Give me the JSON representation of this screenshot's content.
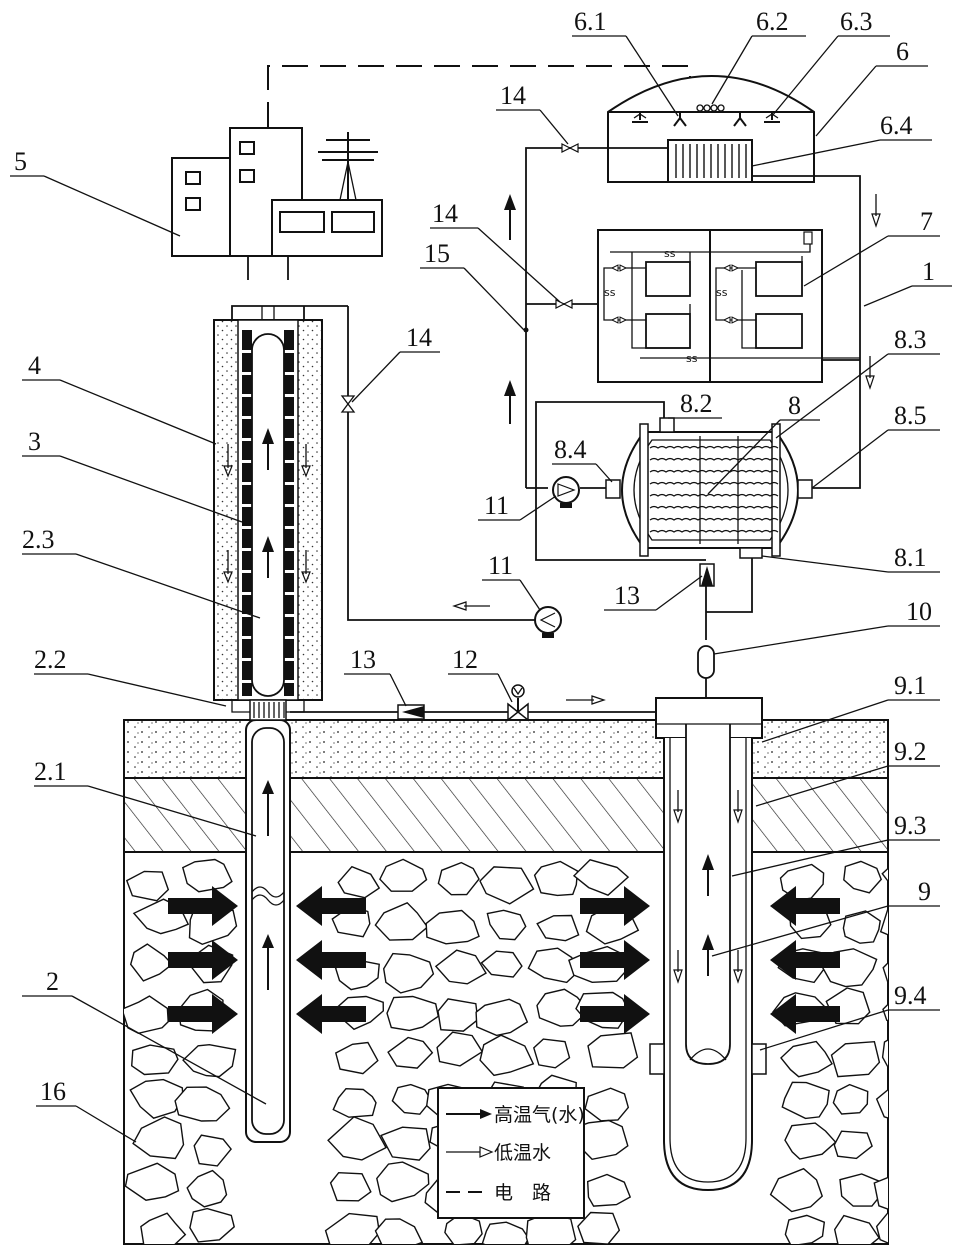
{
  "labels": {
    "n1": "1",
    "n2": "2",
    "n2_1": "2.1",
    "n2_2": "2.2",
    "n2_3": "2.3",
    "n3": "3",
    "n4": "4",
    "n5": "5",
    "n6": "6",
    "n6_1": "6.1",
    "n6_2": "6.2",
    "n6_3": "6.3",
    "n6_4": "6.4",
    "n7": "7",
    "n8": "8",
    "n8_1": "8.1",
    "n8_2": "8.2",
    "n8_3": "8.3",
    "n8_4": "8.4",
    "n8_5": "8.5",
    "n9": "9",
    "n9_1": "9.1",
    "n9_2": "9.2",
    "n9_3": "9.3",
    "n9_4": "9.4",
    "n10": "10",
    "n11a": "11",
    "n11b": "11",
    "n12": "12",
    "n13a": "13",
    "n13b": "13",
    "n14a": "14",
    "n14b": "14",
    "n14c": "14",
    "n15": "15",
    "n16": "16"
  },
  "legend": {
    "high_temp": "高温气(水)",
    "low_temp": "低温水",
    "circuit": "电　路"
  }
}
